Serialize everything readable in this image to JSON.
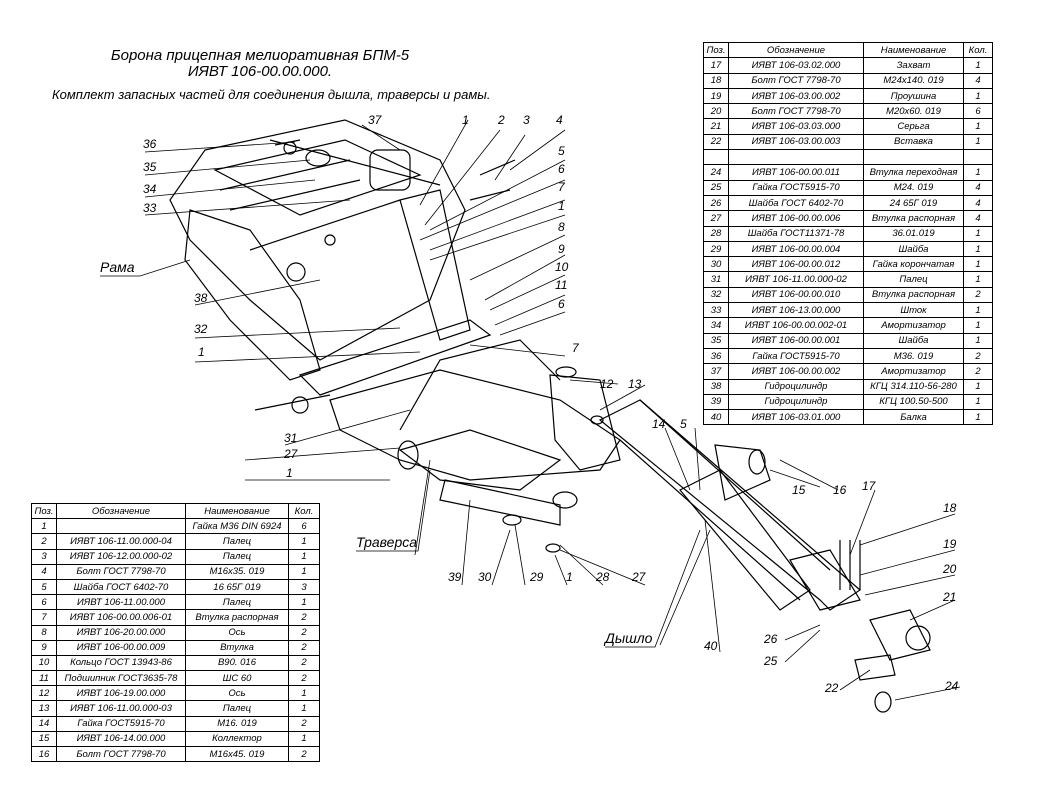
{
  "title": {
    "line1": "Борона прицепная мелиоративная БПМ-5",
    "line2": "ИЯВТ 106-00.00.000.",
    "line3": "Комплект запасных частей для соединения дышла, траверсы и рамы."
  },
  "table_headers": {
    "pos": "Поз.",
    "designation": "Обозначение",
    "name": "Наименование",
    "qty": "Кол."
  },
  "table_right": [
    {
      "pos": "17",
      "designation": "ИЯВТ 106-03.02.000",
      "name": "Захват",
      "qty": "1"
    },
    {
      "pos": "18",
      "designation": "Болт ГОСТ 7798-70",
      "name": "М24х140. 019",
      "qty": "4"
    },
    {
      "pos": "19",
      "designation": "ИЯВТ 106-03.00.002",
      "name": "Проушина",
      "qty": "1"
    },
    {
      "pos": "20",
      "designation": "Болт ГОСТ 7798-70",
      "name": "М20х60. 019",
      "qty": "6"
    },
    {
      "pos": "21",
      "designation": "ИЯВТ 106-03.03.000",
      "name": "Серьга",
      "qty": "1"
    },
    {
      "pos": "22",
      "designation": "ИЯВТ 106-03.00.003",
      "name": "Вставка",
      "qty": "1"
    },
    {
      "pos": "",
      "designation": "",
      "name": "",
      "qty": ""
    },
    {
      "pos": "24",
      "designation": "ИЯВТ 106-00.00.011",
      "name": "Втулка переходная",
      "qty": "1"
    },
    {
      "pos": "25",
      "designation": "Гайка ГОСТ5915-70",
      "name": "М24. 019",
      "qty": "4"
    },
    {
      "pos": "26",
      "designation": "Шайба ГОСТ 6402-70",
      "name": "24 65Г 019",
      "qty": "4"
    },
    {
      "pos": "27",
      "designation": "ИЯВТ 106-00.00.006",
      "name": "Втулка распорная",
      "qty": "4"
    },
    {
      "pos": "28",
      "designation": "Шайба ГОСТ11371-78",
      "name": "36.01.019",
      "qty": "1"
    },
    {
      "pos": "29",
      "designation": "ИЯВТ 106-00.00.004",
      "name": "Шайба",
      "qty": "1"
    },
    {
      "pos": "30",
      "designation": "ИЯВТ 106-00.00.012",
      "name": "Гайка корончатая",
      "qty": "1"
    },
    {
      "pos": "31",
      "designation": "ИЯВТ 106-11.00.000-02",
      "name": "Палец",
      "qty": "1"
    },
    {
      "pos": "32",
      "designation": "ИЯВТ 106-00.00.010",
      "name": "Втулка распорная",
      "qty": "2"
    },
    {
      "pos": "33",
      "designation": "ИЯВТ 106-13.00.000",
      "name": "Шток",
      "qty": "1"
    },
    {
      "pos": "34",
      "designation": "ИЯВТ 106-00.00.002-01",
      "name": "Амортизатор",
      "qty": "1"
    },
    {
      "pos": "35",
      "designation": "ИЯВТ 106-00.00.001",
      "name": "Шайба",
      "qty": "1"
    },
    {
      "pos": "36",
      "designation": "Гайка ГОСТ5915-70",
      "name": "М36. 019",
      "qty": "2"
    },
    {
      "pos": "37",
      "designation": "ИЯВТ 106-00.00.002",
      "name": "Амортизатор",
      "qty": "2"
    },
    {
      "pos": "38",
      "designation": "Гидроцилиндр",
      "name": "КГЦ 314.110-56-280",
      "qty": "1"
    },
    {
      "pos": "39",
      "designation": "Гидроцилиндр",
      "name": "КГЦ 100.50-500",
      "qty": "1"
    },
    {
      "pos": "40",
      "designation": "ИЯВТ 106-03.01.000",
      "name": "Балка",
      "qty": "1"
    }
  ],
  "table_left": [
    {
      "pos": "1",
      "designation": "",
      "name": "Гайка М36 DIN 6924",
      "qty": "6"
    },
    {
      "pos": "2",
      "designation": "ИЯВТ 106-11.00.000-04",
      "name": "Палец",
      "qty": "1"
    },
    {
      "pos": "3",
      "designation": "ИЯВТ 106-12.00.000-02",
      "name": "Палец",
      "qty": "1"
    },
    {
      "pos": "4",
      "designation": "Болт ГОСТ 7798-70",
      "name": "М16х35. 019",
      "qty": "1"
    },
    {
      "pos": "5",
      "designation": "Шайба ГОСТ 6402-70",
      "name": "16 65Г 019",
      "qty": "3"
    },
    {
      "pos": "6",
      "designation": "ИЯВТ 106-11.00.000",
      "name": "Палец",
      "qty": "1"
    },
    {
      "pos": "7",
      "designation": "ИЯВТ 106-00.00.006-01",
      "name": "Втулка распорная",
      "qty": "2"
    },
    {
      "pos": "8",
      "designation": "ИЯВТ 106-20.00.000",
      "name": "Ось",
      "qty": "2"
    },
    {
      "pos": "9",
      "designation": "ИЯВТ 106-00.00.009",
      "name": "Втулка",
      "qty": "2"
    },
    {
      "pos": "10",
      "designation": "Кольцо ГОСТ 13943-86",
      "name": "В90. 016",
      "qty": "2"
    },
    {
      "pos": "11",
      "designation": "Подшипник ГОСТ3635-78",
      "name": "ШС 60",
      "qty": "2"
    },
    {
      "pos": "12",
      "designation": "ИЯВТ 106-19.00.000",
      "name": "Ось",
      "qty": "1"
    },
    {
      "pos": "13",
      "designation": "ИЯВТ 106-11.00.000-03",
      "name": "Палец",
      "qty": "1"
    },
    {
      "pos": "14",
      "designation": "Гайка ГОСТ5915-70",
      "name": "М16. 019",
      "qty": "2"
    },
    {
      "pos": "15",
      "designation": "ИЯВТ 106-14.00.000",
      "name": "Коллектор",
      "qty": "1"
    },
    {
      "pos": "16",
      "designation": "Болт ГОСТ 7798-70",
      "name": "М16х45. 019",
      "qty": "2"
    }
  ],
  "labels": {
    "frame": "Рама",
    "traverse": "Траверса",
    "drawbar": "Дышло"
  },
  "callouts": [
    "1",
    "2",
    "3",
    "4",
    "5",
    "6",
    "7",
    "1",
    "8",
    "9",
    "10",
    "11",
    "6",
    "7",
    "12",
    "13",
    "14",
    "5",
    "15",
    "16",
    "17",
    "18",
    "19",
    "20",
    "21",
    "22",
    "24",
    "26",
    "25",
    "40",
    "27",
    "28",
    "1",
    "29",
    "30",
    "39",
    "27",
    "1",
    "31",
    "32",
    "1",
    "38",
    "33",
    "34",
    "35",
    "36",
    "37"
  ]
}
